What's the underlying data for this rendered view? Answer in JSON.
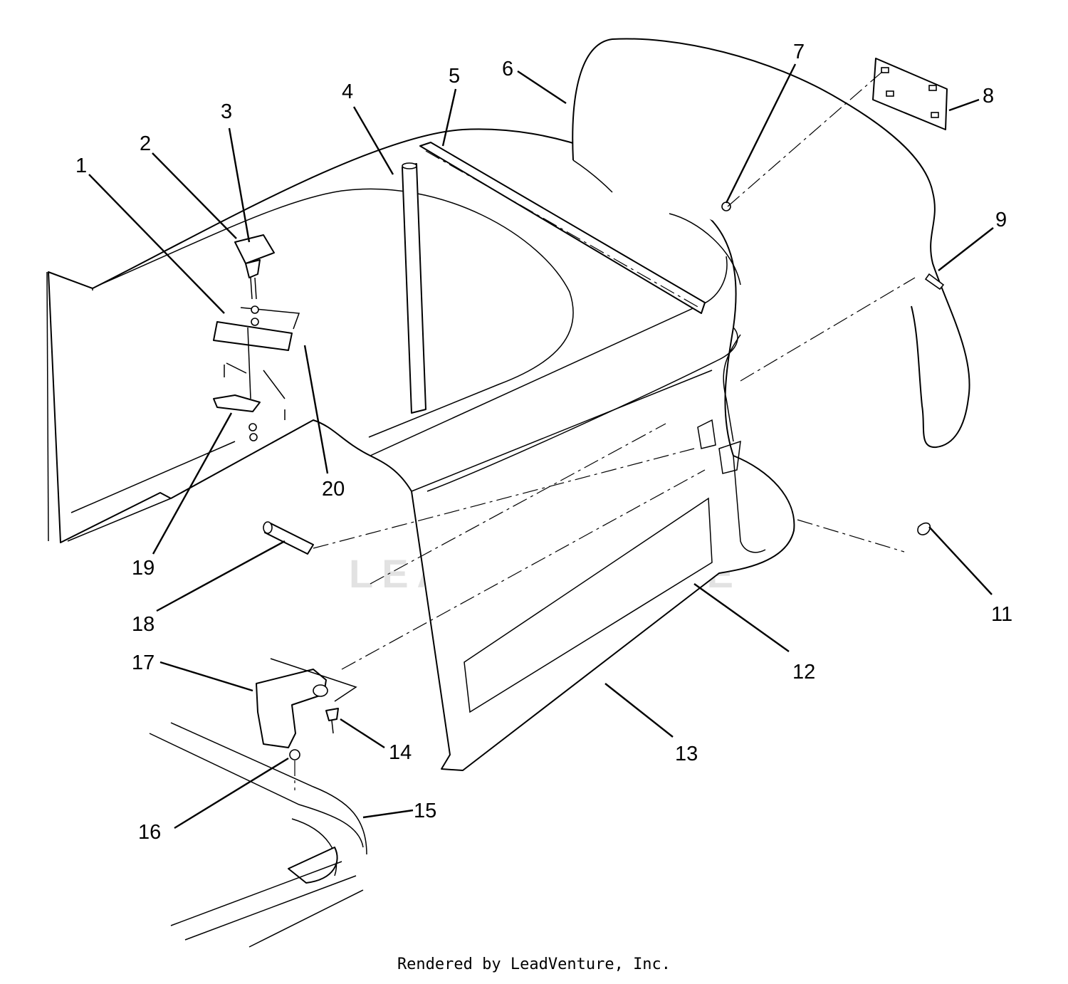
{
  "callouts": [
    {
      "id": "1",
      "text": "1"
    },
    {
      "id": "2",
      "text": "2"
    },
    {
      "id": "3",
      "text": "3"
    },
    {
      "id": "4",
      "text": "4"
    },
    {
      "id": "5",
      "text": "5"
    },
    {
      "id": "6",
      "text": "6"
    },
    {
      "id": "7",
      "text": "7"
    },
    {
      "id": "8",
      "text": "8"
    },
    {
      "id": "9",
      "text": "9"
    },
    {
      "id": "11",
      "text": "11"
    },
    {
      "id": "12",
      "text": "12"
    },
    {
      "id": "13",
      "text": "13"
    },
    {
      "id": "14",
      "text": "14"
    },
    {
      "id": "15",
      "text": "15"
    },
    {
      "id": "16",
      "text": "16"
    },
    {
      "id": "17",
      "text": "17"
    },
    {
      "id": "18",
      "text": "18"
    },
    {
      "id": "19",
      "text": "19"
    },
    {
      "id": "20",
      "text": "20"
    }
  ],
  "watermark": "LEADVENTURE",
  "credit": "Rendered by LeadVenture, Inc."
}
